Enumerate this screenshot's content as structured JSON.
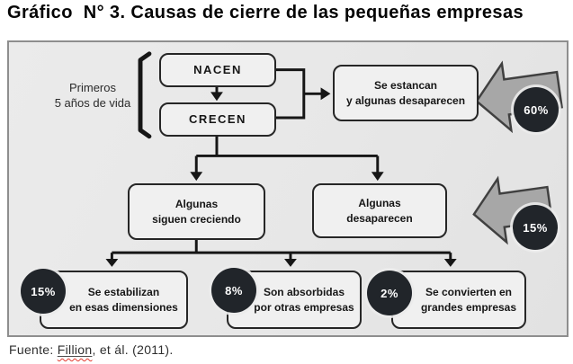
{
  "title": "Gráfico  N° 3. Causas de cierre de las pequeñas empresas",
  "figure": {
    "side_label": "Primeros\n5 años de vida",
    "nodes": {
      "nacen": {
        "label": "NACEN"
      },
      "crecen": {
        "label": "CRECEN"
      },
      "estancan": {
        "label": "Se estancan\ny algunas desaparecen",
        "pct": "60%"
      },
      "siguen_creciendo": {
        "label": "Algunas\nsiguen creciendo"
      },
      "desaparecen": {
        "label": "Algunas\ndesaparecen",
        "pct": "15%"
      },
      "estabilizan": {
        "label": "Se estabilizan\nen esas dimensiones",
        "pct": "15%"
      },
      "absorbidas": {
        "label": "Son absorbidas\npor otras empresas",
        "pct": "8%"
      },
      "convierten": {
        "label": "Se convierten en\ngrandes empresas",
        "pct": "2%"
      }
    }
  },
  "source": {
    "prefix": "Fuente: ",
    "author": "Fillion",
    "suffix": ", et ál. (2011)."
  },
  "colors": {
    "panel_bg": "#e8e8e8",
    "panel_border": "#8e8e8e",
    "box_fill": "#f0f0f0",
    "box_border": "#262626",
    "line_color": "#161616",
    "badge_bg": "#21252a",
    "badge_text": "#ffffff",
    "arrow_fill": "#a7a7a7",
    "arrow_border": "#404040",
    "spellcheck_red": "#e23b30"
  }
}
